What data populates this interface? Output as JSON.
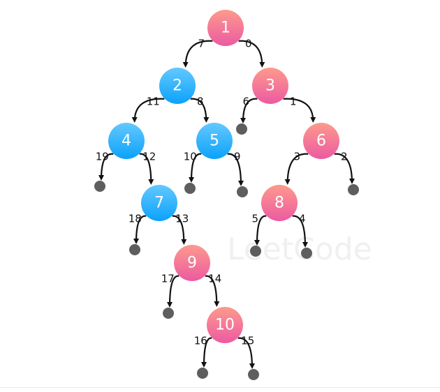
{
  "watermark": "LeetCode",
  "colors": {
    "pink_top": "#fd9a8c",
    "pink_bottom": "#ec5aa2",
    "blue_top": "#64c8ff",
    "blue_bottom": "#0ba2fb",
    "leaf": "#5e5e5e",
    "edge": "#111111"
  },
  "nodes": [
    {
      "id": "1",
      "label": "1",
      "color": "pink"
    },
    {
      "id": "2",
      "label": "2",
      "color": "blue"
    },
    {
      "id": "3",
      "label": "3",
      "color": "pink"
    },
    {
      "id": "4",
      "label": "4",
      "color": "blue"
    },
    {
      "id": "5",
      "label": "5",
      "color": "blue"
    },
    {
      "id": "6",
      "label": "6",
      "color": "pink"
    },
    {
      "id": "7",
      "label": "7",
      "color": "blue"
    },
    {
      "id": "8",
      "label": "8",
      "color": "pink"
    },
    {
      "id": "9",
      "label": "9",
      "color": "pink"
    },
    {
      "id": "10",
      "label": "10",
      "color": "pink"
    }
  ],
  "edges": [
    {
      "from": "1",
      "to": "2",
      "label": "7"
    },
    {
      "from": "1",
      "to": "3",
      "label": "0"
    },
    {
      "from": "2",
      "to": "4",
      "label": "11"
    },
    {
      "from": "2",
      "to": "5",
      "label": "8"
    },
    {
      "from": "3",
      "to": "L3",
      "label": "6"
    },
    {
      "from": "3",
      "to": "6",
      "label": "1"
    },
    {
      "from": "4",
      "to": "L4a",
      "label": "19"
    },
    {
      "from": "4",
      "to": "7",
      "label": "12"
    },
    {
      "from": "5",
      "to": "L5a",
      "label": "10"
    },
    {
      "from": "5",
      "to": "L5b",
      "label": "9"
    },
    {
      "from": "6",
      "to": "8",
      "label": "3"
    },
    {
      "from": "6",
      "to": "L6",
      "label": "2"
    },
    {
      "from": "7",
      "to": "L7",
      "label": "18"
    },
    {
      "from": "7",
      "to": "9",
      "label": "13"
    },
    {
      "from": "8",
      "to": "L8a",
      "label": "5"
    },
    {
      "from": "8",
      "to": "L8b",
      "label": "4"
    },
    {
      "from": "9",
      "to": "L9",
      "label": "17"
    },
    {
      "from": "9",
      "to": "10",
      "label": "14"
    },
    {
      "from": "10",
      "to": "L10a",
      "label": "16"
    },
    {
      "from": "10",
      "to": "L10b",
      "label": "15"
    }
  ]
}
